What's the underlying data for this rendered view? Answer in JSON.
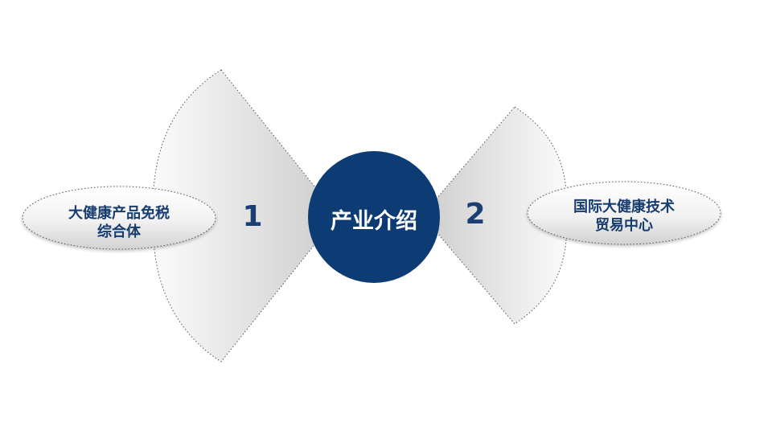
{
  "center": {
    "title": "产业介绍"
  },
  "items": [
    {
      "number": "1",
      "lines": [
        "大健康产品免税",
        "综合体"
      ]
    },
    {
      "number": "2",
      "lines": [
        "国际大健康技术",
        "贸易中心"
      ]
    }
  ],
  "colors": {
    "navy": "#0c3c73",
    "number": "#1b3f73",
    "label": "#173c6e",
    "center_text": "#ffffff",
    "petal_light": "#f8f8f8",
    "petal_dark": "#cfcfcf"
  }
}
